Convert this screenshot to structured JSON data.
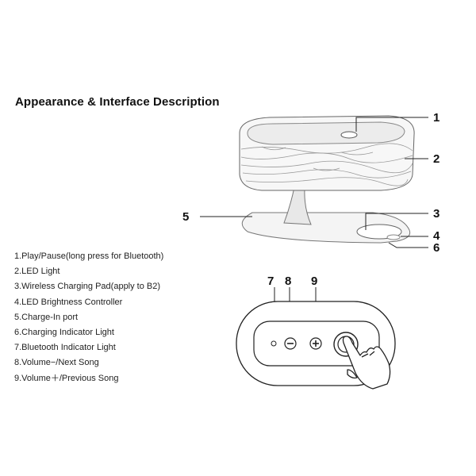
{
  "title": "Appearance & Interface Description",
  "callouts": [
    "1",
    "2",
    "3",
    "4",
    "5",
    "6",
    "7",
    "8",
    "9"
  ],
  "legend": [
    "1.Play/Pause(long press for Bluetooth)",
    "2.LED Light",
    "3.Wireless Charging Pad(apply to B2)",
    "4.LED Brightness Controller",
    "5.Charge-In port",
    "6.Charging Indicator Light",
    "7.Bluetooth Indicator Light",
    "8.Volume−/Next Song",
    "9.Volume＋/Previous Song"
  ]
}
